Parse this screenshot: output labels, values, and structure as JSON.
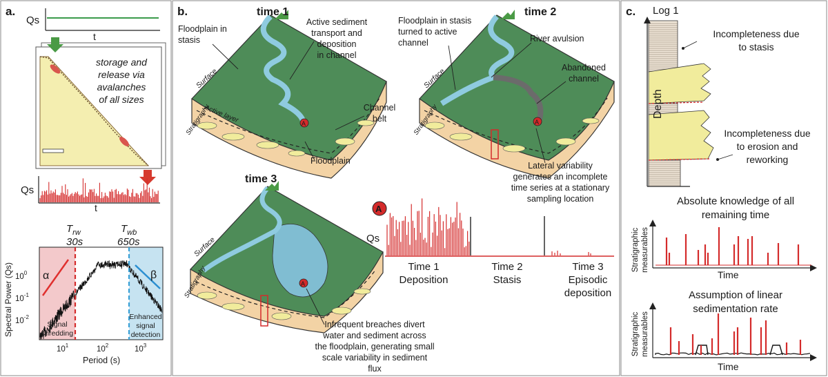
{
  "panel_a": {
    "label": "a.",
    "qs_label": "Qs",
    "t_label": "t",
    "storage_text": [
      "storage and",
      "release via",
      "avalanches",
      "of all sizes"
    ],
    "qs2_label": "Qs",
    "t2_label": "t",
    "trw": "T",
    "trw_sub": "rw",
    "trw_val": "30s",
    "twb": "T",
    "twb_sub": "wb",
    "twb_val": "650s",
    "alpha": "α",
    "beta": "β",
    "yaxis": "Spectral Power (Qs)",
    "xaxis": "Period (s)",
    "yticks": [
      "10",
      "10",
      "10"
    ],
    "ytick_exps": [
      "0",
      "-1",
      "-2"
    ],
    "xticks": [
      "10",
      "10",
      "10"
    ],
    "xtick_exps": [
      "1",
      "2",
      "3"
    ],
    "shred": [
      "Signal",
      "shredding"
    ],
    "enhanced": [
      "Enhanced",
      "signal",
      "detection"
    ]
  },
  "panel_b": {
    "label": "b.",
    "time1": "time 1",
    "time2": "time 2",
    "time3": "time 3",
    "floodplain_stasis": [
      "Floodplain in",
      "stasis"
    ],
    "active_sed": [
      "Active sediment",
      "transport and",
      "deposition",
      "in channel"
    ],
    "surface": "Surface",
    "stratigraphy": "Stratigraphy",
    "active_layer": "Active layer",
    "channel_belt": [
      "Channel",
      "belt"
    ],
    "floodplain": "Floodplain",
    "t2_floodplain": [
      "Floodplain in stasis",
      "turned to active",
      "channel"
    ],
    "river_avulsion": "River avulsion",
    "abandoned": [
      "Abandoned",
      "channel"
    ],
    "lateral": [
      "Lateral variability",
      "generates an incomplete",
      "time series at a stationary",
      "sampling location"
    ],
    "marker": "A",
    "qs": "Qs",
    "tl1": [
      "Time 1",
      "Deposition"
    ],
    "tl2": [
      "Time 2",
      "Stasis"
    ],
    "tl3": [
      "Time 3",
      "Episodic",
      "deposition"
    ],
    "breaches": [
      "Infrequent breaches divert",
      "water and sediment across",
      "the floodplain, generating small",
      "scale variability in sediment",
      "flux"
    ]
  },
  "panel_c": {
    "label": "c.",
    "log": "Log 1",
    "depth": "Depth",
    "incomp_stasis": [
      "Incompleteness due",
      "to stasis"
    ],
    "incomp_erosion": [
      "Incompleteness due",
      "to erosion and",
      "reworking"
    ],
    "abs_title": [
      "Absolute knowledge of all",
      "remaining time"
    ],
    "assump_title": [
      "Assumption of linear",
      "sedimentation rate"
    ],
    "ylabel": [
      "Stratigraphic",
      "measurables"
    ],
    "time": "Time"
  },
  "colors": {
    "green": "#4e8c58",
    "red": "#d42b2b",
    "blue": "#7fbcd4",
    "tan": "#f3d3a5",
    "yellow": "#f1ec9c",
    "pink": "#f3c9cb",
    "lightblue": "#c6e3f1"
  }
}
